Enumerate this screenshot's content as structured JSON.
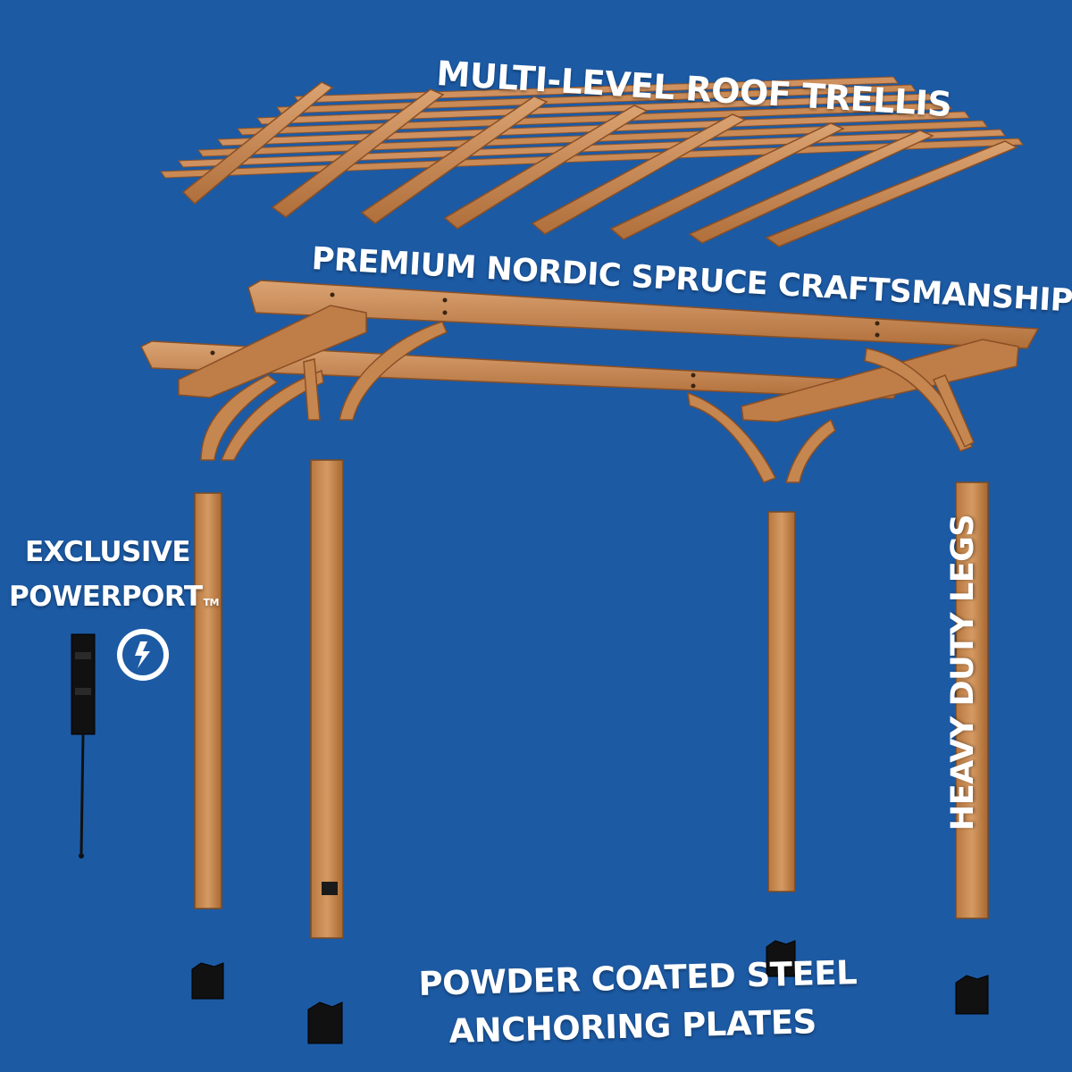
{
  "labels": {
    "roof_trellis": "MULTI-LEVEL ROOF TRELLIS",
    "craftsmanship": "PREMIUM NORDIC SPRUCE CRAFTSMANSHIP",
    "powerport_line1": "EXCLUSIVE",
    "powerport_line2": "POWERPORT",
    "trademark": "TM",
    "legs": "HEAVY DUTY LEGS",
    "anchoring_line1": "POWDER COATED STEEL",
    "anchoring_line2": "ANCHORING PLATES"
  },
  "icons": {
    "power": "power-plug-icon"
  },
  "colors": {
    "background": "#1c5aa4",
    "wood": "#c98a55",
    "wood_dark": "#a5683a",
    "steel": "#111111",
    "text": "#ffffff"
  }
}
